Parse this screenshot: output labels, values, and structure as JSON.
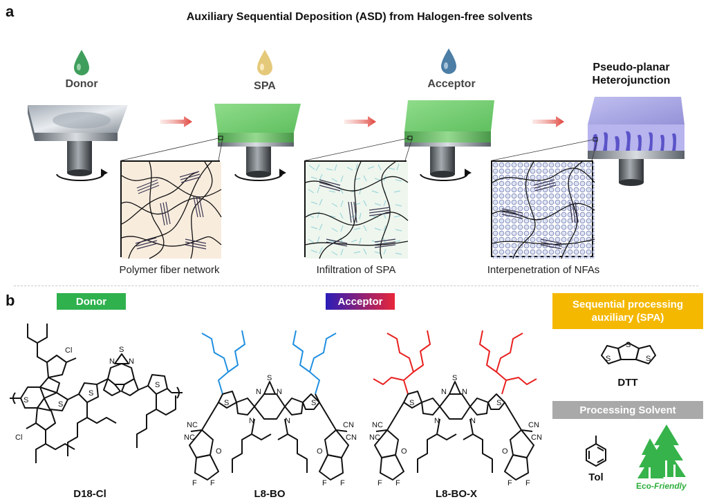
{
  "panel_a": {
    "letter": "a",
    "title": "Auxiliary Sequential Deposition (ASD) from Halogen-free solvents",
    "steps": {
      "donor": "Donor",
      "spa": "SPA",
      "acceptor": "Acceptor",
      "result_line1": "Pseudo-planar",
      "result_line2": "Heterojunction"
    },
    "captions": {
      "fiber": "Polymer fiber network",
      "infiltration": "Infiltration of SPA",
      "interpenetration": "Interpenetration of NFAs"
    },
    "colors": {
      "donor_drop": "#3f9e5c",
      "spa_drop": "#e5c97a",
      "acceptor_drop": "#4c7ea6",
      "arrow": "#e0413a",
      "film_green": "#7ad07a",
      "film_purple": "#a9a7e6"
    }
  },
  "panel_b": {
    "letter": "b",
    "tags": {
      "donor": "Donor",
      "acceptor": "Acceptor",
      "spa_line1": "Sequential processing",
      "spa_line2": "auxiliary (SPA)",
      "solvent": "Processing Solvent"
    },
    "molecules": {
      "d18": "D18-Cl",
      "l8bo": "L8-BO",
      "l8box": "L8-BO-X",
      "dtt": "DTT",
      "tol": "Tol"
    },
    "atoms": {
      "s": "S",
      "n": "N",
      "cl": "Cl",
      "f": "F",
      "o": "O",
      "cn": "NC",
      "nc": "CN"
    },
    "eco": {
      "prefix": "Eco-",
      "suffix": "Friendly"
    },
    "colors": {
      "donor_tag": "#2fb14e",
      "acceptor_tag_start": "#2b1db8",
      "acceptor_tag_end": "#e8263a",
      "spa_tag": "#f5b800",
      "solvent_tag": "#a9a9a9",
      "blue_chain": "#1f8fe0",
      "red_chain": "#e8201f",
      "tree": "#36b34a"
    }
  }
}
